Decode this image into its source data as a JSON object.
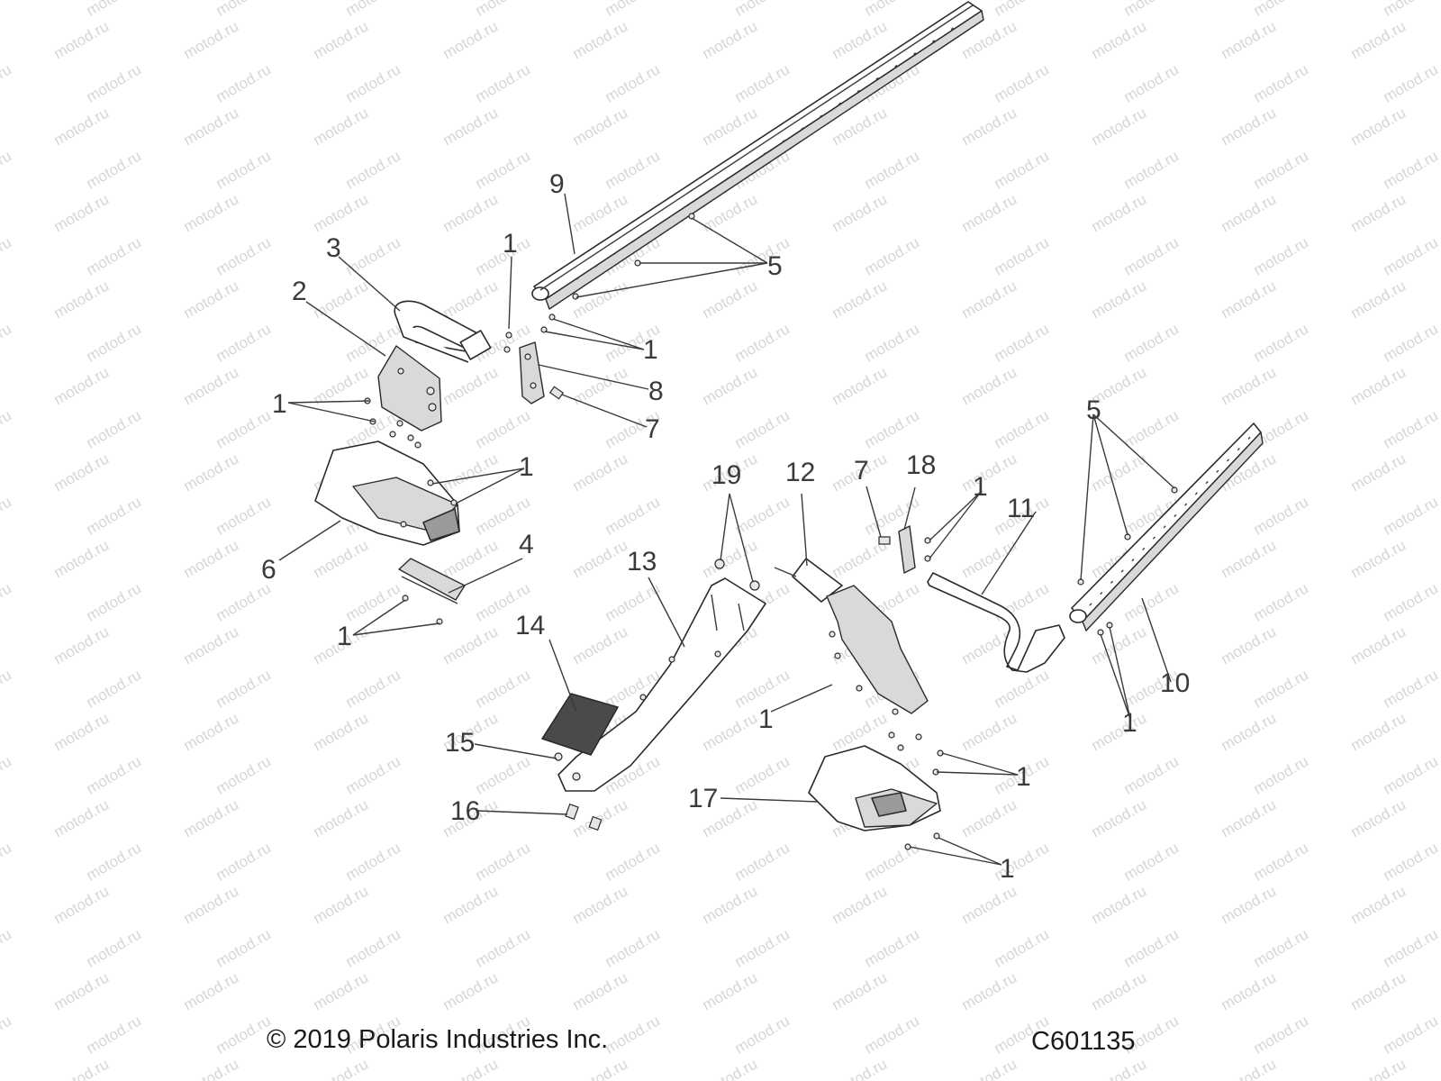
{
  "watermark": "motod.ru",
  "footer": {
    "copyright": "© 2019 Polaris Industries Inc.",
    "diagram_code": "C601135"
  },
  "callouts": [
    "1",
    "2",
    "3",
    "4",
    "5",
    "6",
    "7",
    "8",
    "9",
    "10",
    "11",
    "12",
    "13",
    "14",
    "15",
    "16",
    "17",
    "18",
    "19"
  ]
}
